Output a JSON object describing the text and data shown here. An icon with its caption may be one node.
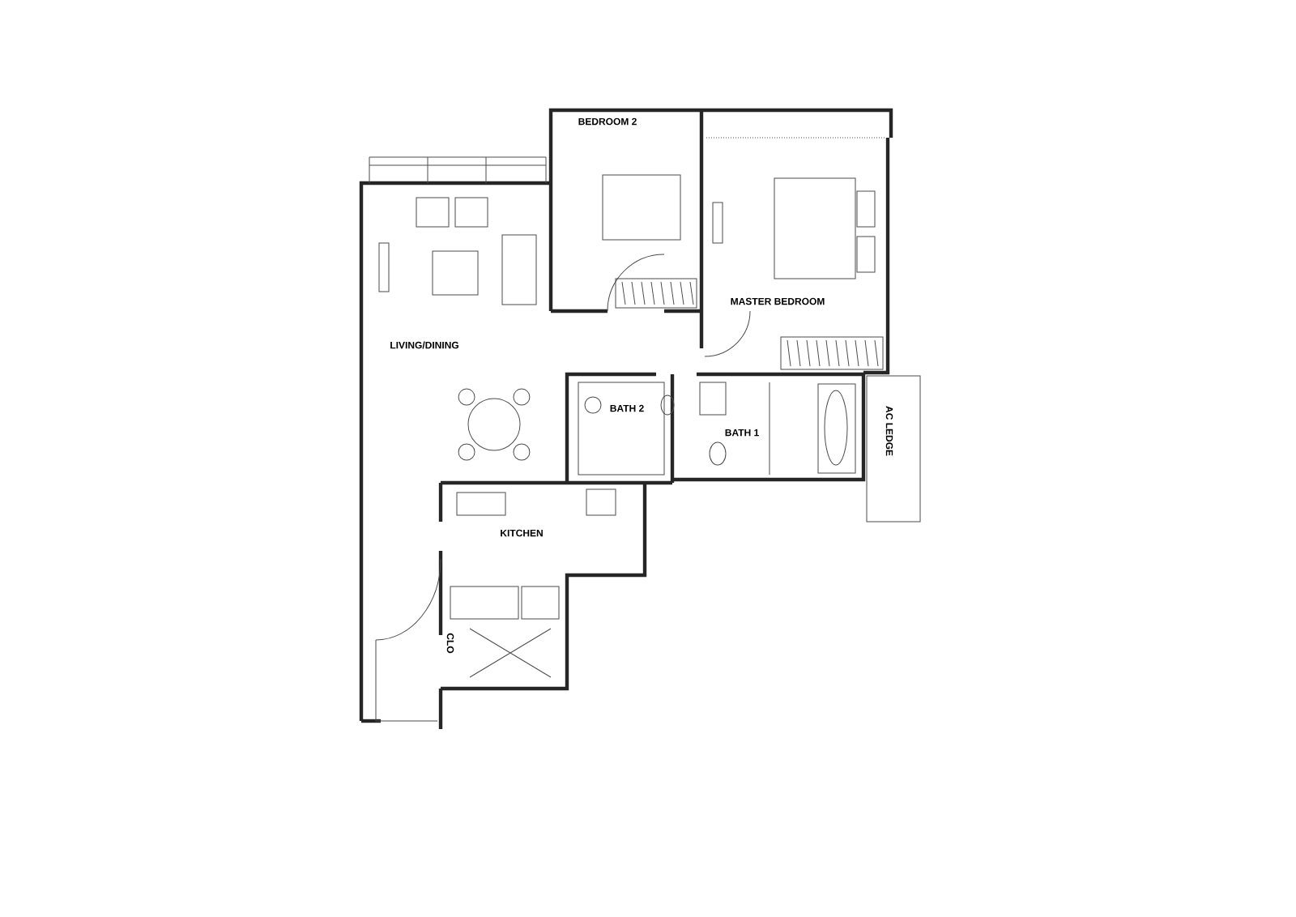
{
  "diagram": {
    "labels": [
      "BEDROOM 2",
      "MASTER BEDROOM",
      "LIVING/DINING",
      "BATH 2",
      "BATH 1",
      "AC LEDGE",
      "KITCHEN",
      "CLO"
    ]
  }
}
